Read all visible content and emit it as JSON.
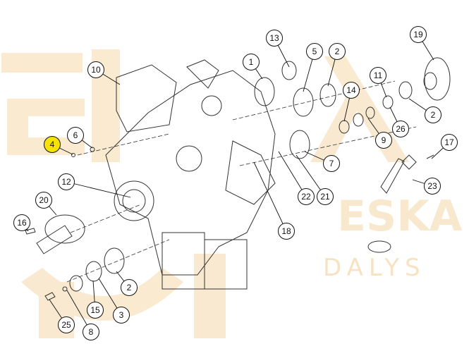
{
  "diagram": {
    "watermark_logo": "ESKA",
    "watermark_text": "DALYS",
    "highlight_color": "#f5e400",
    "watermark_color": "#f7e3c2",
    "callouts": [
      "13",
      "5",
      "2",
      "19",
      "1",
      "10",
      "11",
      "14",
      "2",
      "26",
      "9",
      "6",
      "4",
      "17",
      "7",
      "12",
      "22",
      "21",
      "23",
      "20",
      "16",
      "18",
      "2",
      "15",
      "3",
      "25",
      "8"
    ],
    "highlighted_callout": "4"
  }
}
